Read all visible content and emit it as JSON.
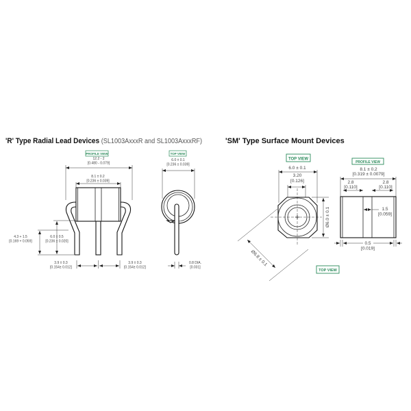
{
  "left": {
    "title": "'R' Type Radial Lead Devices",
    "subtitle": "(SL1003AxxxR and SL1003AxxxRF)",
    "profile_view_label": "PROFILE VIEW",
    "top_view_label": "TOP VIEW",
    "dims": {
      "overall_mm": "12.2 - 2",
      "overall_in": "[0.480 - 0.079]",
      "body_mm": "8.1 ± 0.2",
      "body_in": "[0.236 ± 0.039]",
      "lead_len_mm": "4.3 + 1.5",
      "lead_len_in": "[0.169 + 0.059]",
      "lead_h_mm": "6.0 ± 0.5",
      "lead_h_in": "[0.236 ± 0.020]",
      "pitch_left_mm": "3.9 ± 0.3",
      "pitch_left_in": "[0.154± 0.012]",
      "pitch_right_mm": "3.9 ± 0.3",
      "pitch_right_in": "[0.154± 0.012]",
      "top_dia_mm": "6.0 ± 0.1",
      "top_dia_in": "[0.236 ± 0.039]",
      "lead_dia_mm": "0.8 DIA.",
      "lead_dia_in": "[0.031]"
    }
  },
  "right": {
    "title": "'SM' Type Surface Mount Devices",
    "top_view_label": "TOP VIEW",
    "profile_view_label": "PROFILE VIEW",
    "bottom_top_view_label": "TOP VIEW",
    "dims": {
      "width_mm": "6.0 ± 0.1",
      "hole_mm": "3.20",
      "hole_in": "[0.126]",
      "dia_vertical": "Ø6.0 ± 0.1",
      "dia_diagonal": "Ø6.8 ± 0.1",
      "length_mm": "8.1 ± 0.2",
      "length_in": "[0.319 ± 0.0079]",
      "end_left_mm": "2.8",
      "end_left_in": "[0.110]",
      "end_right_mm": "2.8",
      "end_right_in": "[0.110]",
      "gap_mm": "1.5",
      "gap_in": "[0.059]",
      "cap_mm": "0.5",
      "cap_in": "[0.019]"
    }
  },
  "colors": {
    "label_green": "#2a8a5a"
  }
}
